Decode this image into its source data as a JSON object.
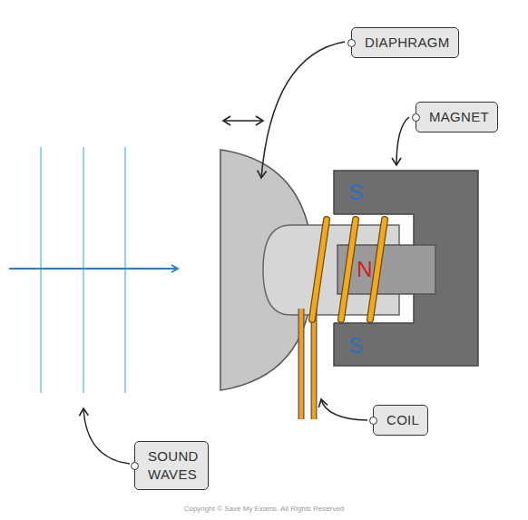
{
  "diagram": {
    "nodes": [
      {
        "text": [
          "DIAPHRAGM"
        ]
      },
      {
        "text": [
          "MAGNET"
        ]
      },
      {
        "text": [
          "COIL"
        ]
      },
      {
        "text": [
          "SOUND WAVES"
        ]
      }
    ],
    "labels": [
      "S",
      "N",
      "S",
      "Copyright © Save My Exams. All Rights Reserved"
    ]
  }
}
